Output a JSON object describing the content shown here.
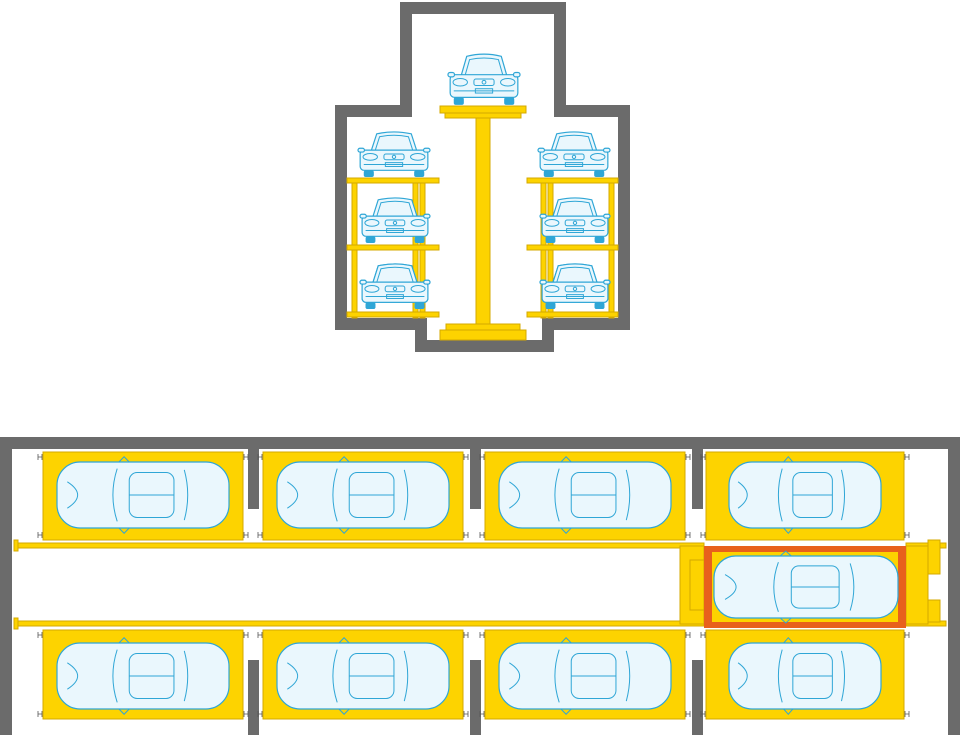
{
  "colors": {
    "wall": "#6b6b6b",
    "yellow": "#fdd300",
    "yellow_dark": "#d4a900",
    "orange": "#e8601c",
    "car_outline": "#2fa6d6",
    "car_fill": "#eaf7fd",
    "background": "#ffffff"
  },
  "elevation": {
    "lift_car": {
      "view": "front"
    },
    "left_rack": {
      "levels": 3,
      "cars": [
        {
          "view": "front"
        },
        {
          "view": "front"
        },
        {
          "view": "front"
        }
      ]
    },
    "right_rack": {
      "levels": 3,
      "cars": [
        {
          "view": "front"
        },
        {
          "view": "front"
        },
        {
          "view": "front"
        }
      ]
    },
    "upper_left_car": {
      "view": "front"
    },
    "upper_right_car": {
      "view": "front"
    }
  },
  "plan": {
    "rows": [
      {
        "name": "top-row",
        "bays": 4
      },
      {
        "name": "bottom-row",
        "bays": 4
      }
    ],
    "shuttle": {
      "state": "carrying-car"
    }
  }
}
